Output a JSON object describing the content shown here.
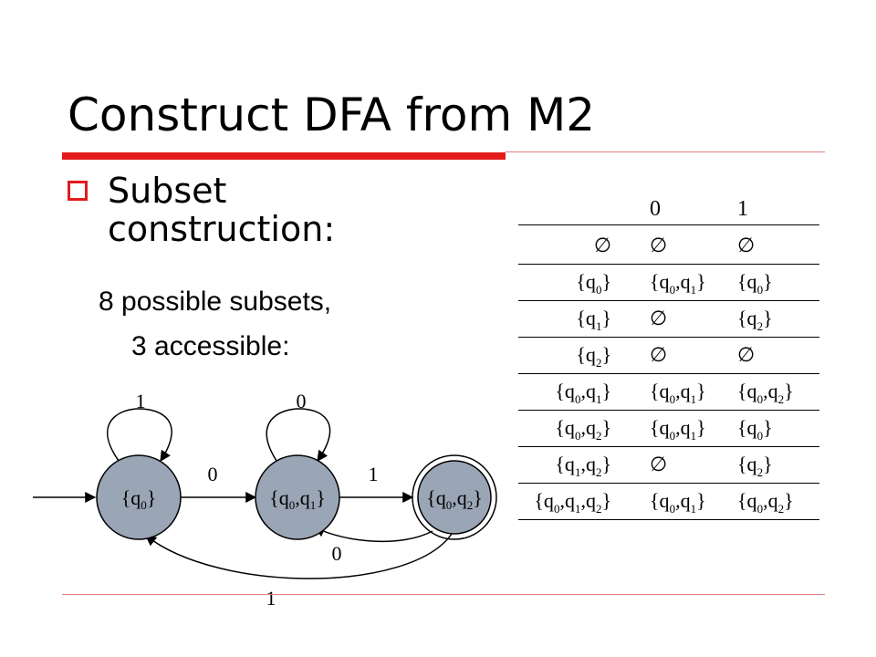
{
  "slide": {
    "title": "Construct DFA from M2",
    "bullet": "Subset construction:",
    "subtext_line1": "8 possible subsets,",
    "subtext_line2": "3 accessible:"
  },
  "table": {
    "header": [
      "0",
      "1"
    ],
    "rows": [
      {
        "state": "∅",
        "on0": "∅",
        "on1": "∅"
      },
      {
        "state": "{q0}",
        "on0": "{q0,q1}",
        "on1": "{q0}"
      },
      {
        "state": "{q1}",
        "on0": "∅",
        "on1": "{q2}"
      },
      {
        "state": "{q2}",
        "on0": "∅",
        "on1": "∅"
      },
      {
        "state": "{q0,q1}",
        "on0": "{q0,q1}",
        "on1": "{q0,q2}"
      },
      {
        "state": "{q0,q2}",
        "on0": "{q0,q1}",
        "on1": "{q0}"
      },
      {
        "state": "{q1,q2}",
        "on0": "∅",
        "on1": "{q2}"
      },
      {
        "state": "{q0,q1,q2}",
        "on0": "{q0,q1}",
        "on1": "{q0,q2}"
      }
    ]
  },
  "dfa": {
    "states": [
      {
        "id": "s0",
        "label": "{q0}",
        "accepting": false,
        "initial": true
      },
      {
        "id": "s01",
        "label": "{q0,q1}",
        "accepting": false,
        "initial": false
      },
      {
        "id": "s02",
        "label": "{q0,q2}",
        "accepting": true,
        "initial": false
      }
    ],
    "transitions": [
      {
        "from": "s0",
        "to": "s0",
        "symbol": "1"
      },
      {
        "from": "s01",
        "to": "s01",
        "symbol": "0"
      },
      {
        "from": "s0",
        "to": "s01",
        "symbol": "0"
      },
      {
        "from": "s01",
        "to": "s02",
        "symbol": "1"
      },
      {
        "from": "s02",
        "to": "s01",
        "symbol": "0"
      },
      {
        "from": "s02",
        "to": "s0",
        "symbol": "1"
      }
    ],
    "node_color": "#9aa5b5"
  }
}
